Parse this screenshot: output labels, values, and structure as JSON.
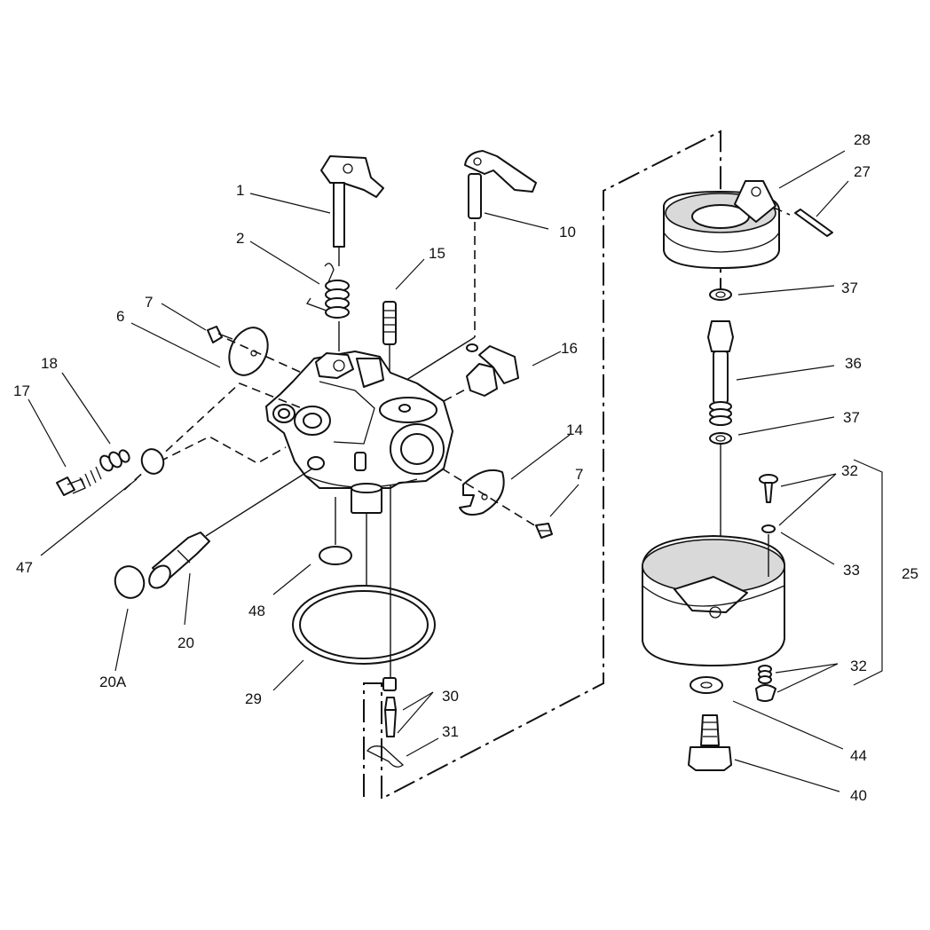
{
  "labels": {
    "l1": "1",
    "l2": "2",
    "l6": "6",
    "l7a": "7",
    "l7b": "7",
    "l10": "10",
    "l14": "14",
    "l15": "15",
    "l16": "16",
    "l17": "17",
    "l18": "18",
    "l20": "20",
    "l20a": "20A",
    "l25": "25",
    "l27": "27",
    "l28": "28",
    "l29": "29",
    "l30": "30",
    "l31": "31",
    "l32a": "32",
    "l32b": "32",
    "l33": "33",
    "l36": "36",
    "l37a": "37",
    "l37b": "37",
    "l40": "40",
    "l44": "44",
    "l47": "47",
    "l48": "48"
  }
}
